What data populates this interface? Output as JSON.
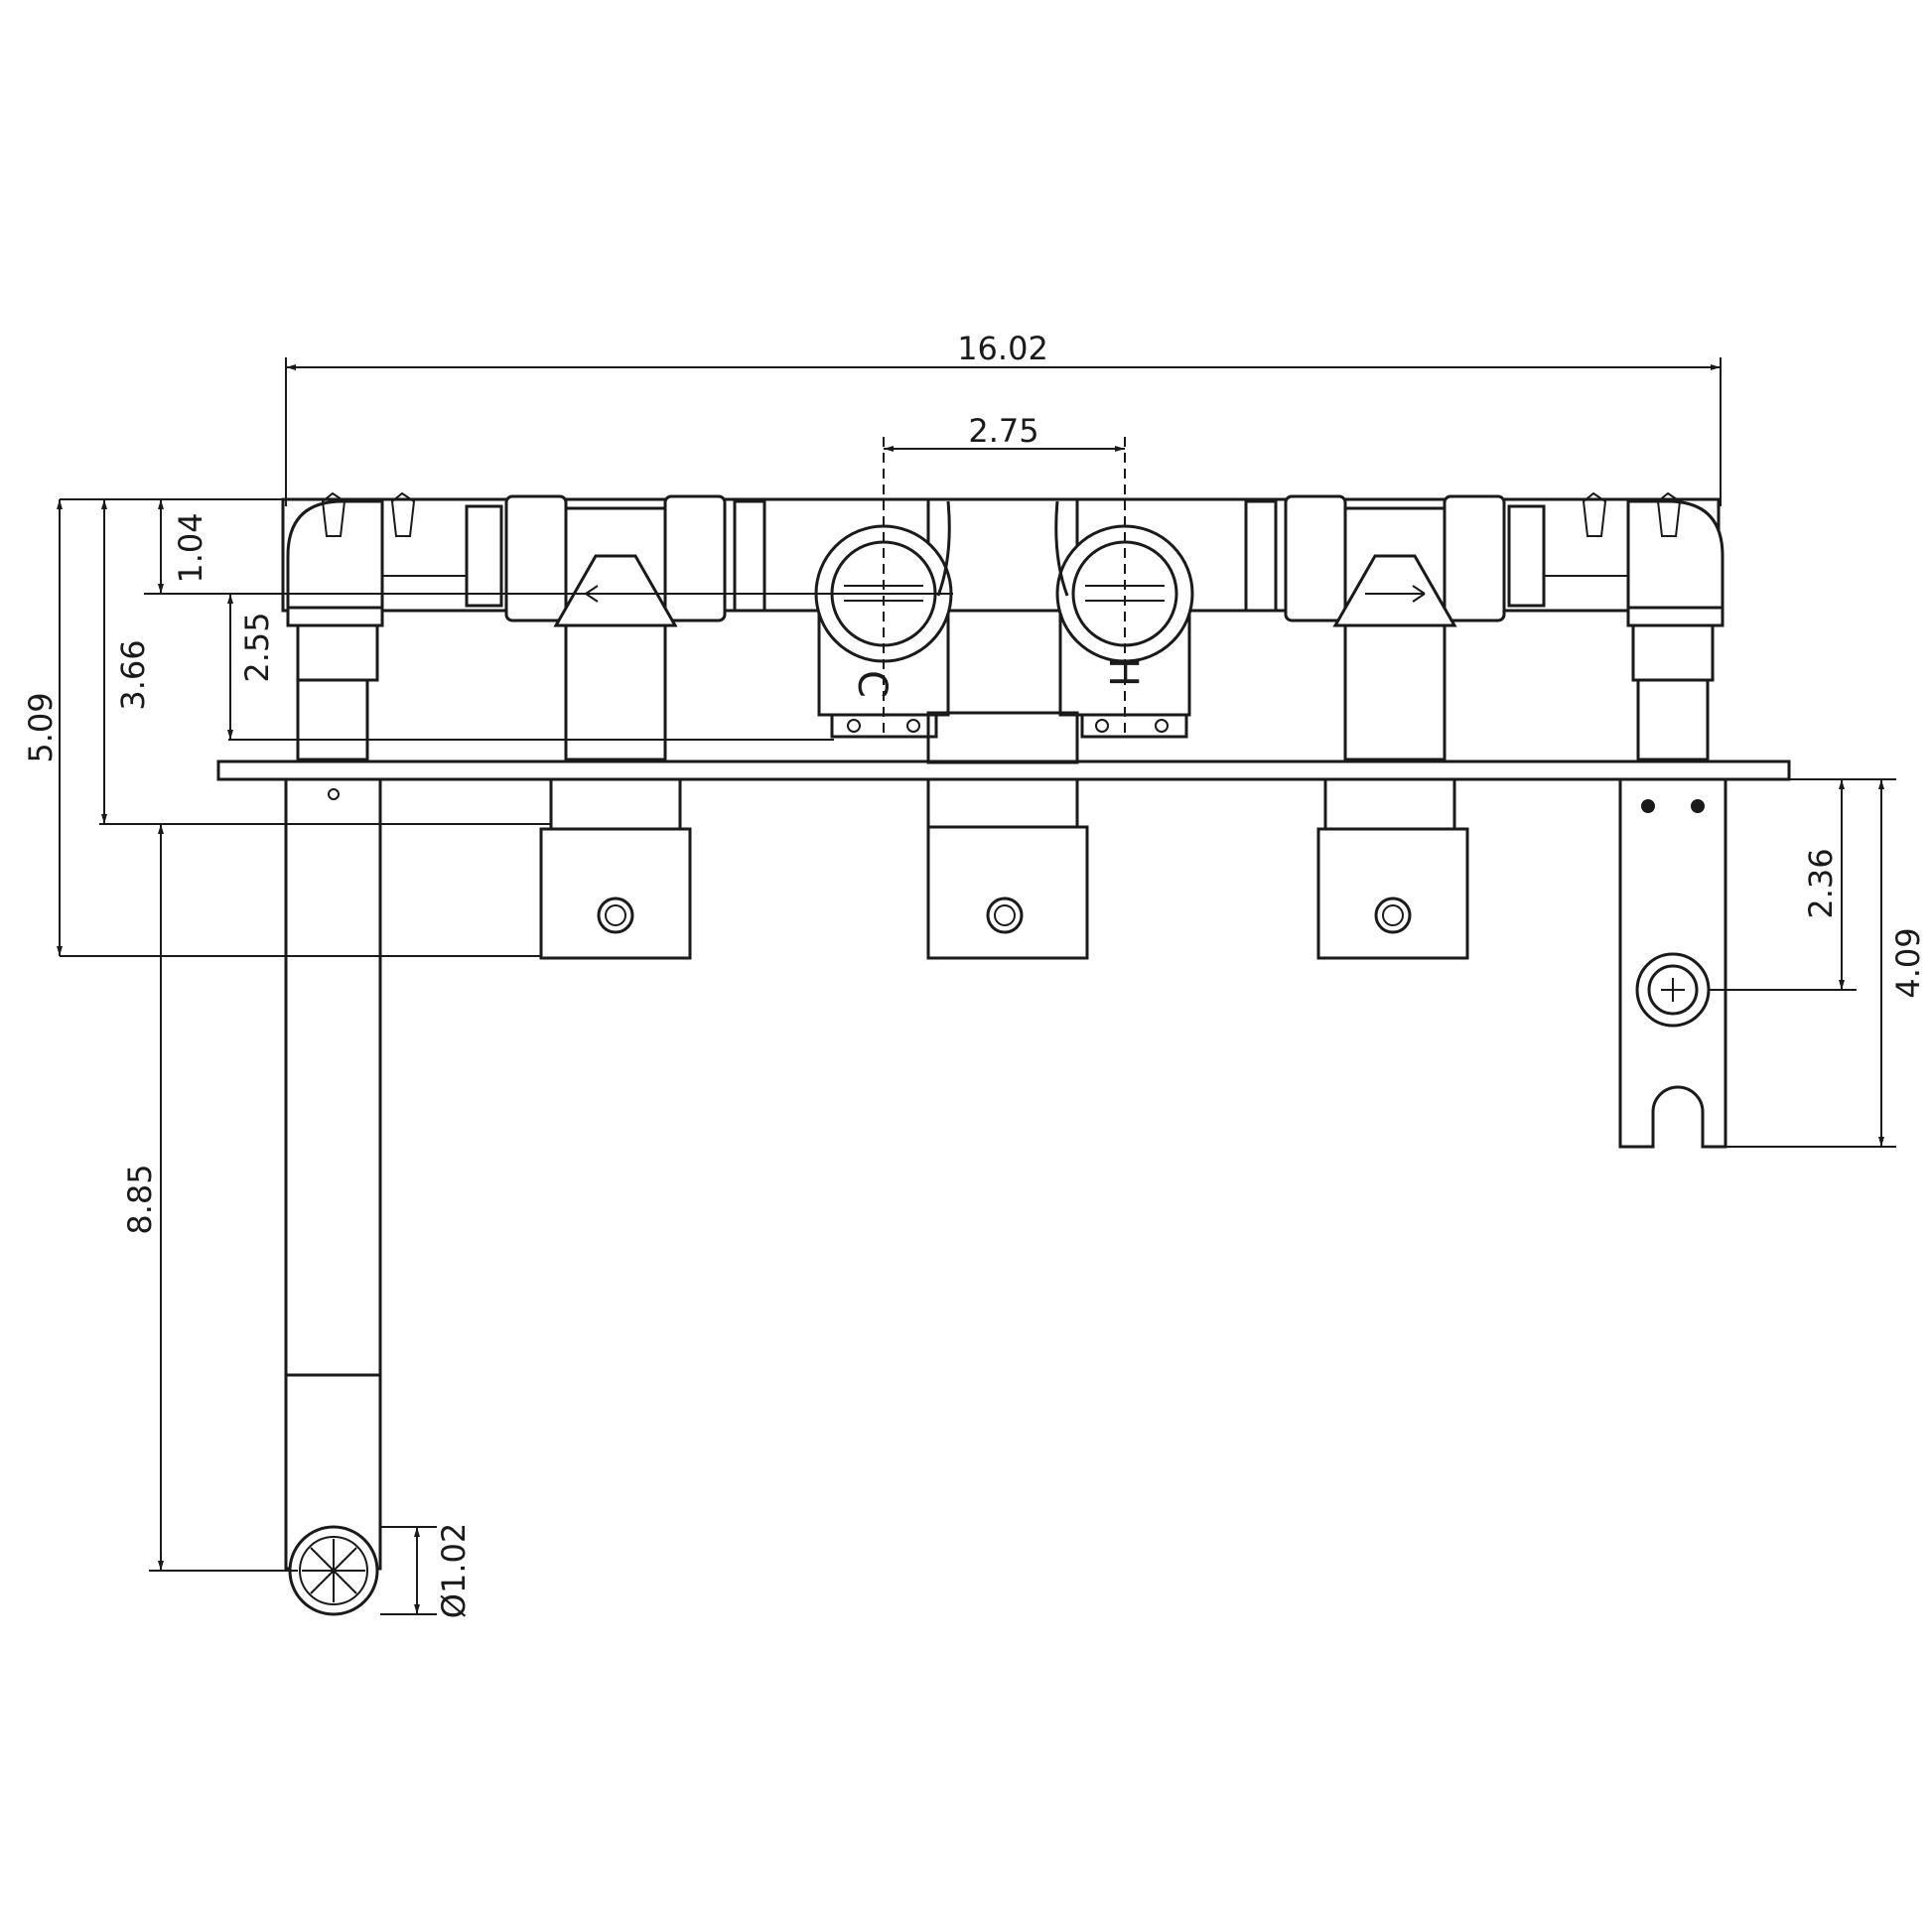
{
  "dimensions": {
    "overall_width": "16.02",
    "valve_spacing": "2.75",
    "top_to_valve_center": "1.04",
    "valve_center_to_plate": "2.55",
    "top_to_plate_front": "3.66",
    "top_to_handle_front": "5.09",
    "spout_length": "8.85",
    "spout_diameter": "Ø1.02",
    "hook_to_holder_center": "2.36",
    "holder_height": "4.09"
  },
  "labels": {
    "cold": "C",
    "hot": "H"
  }
}
